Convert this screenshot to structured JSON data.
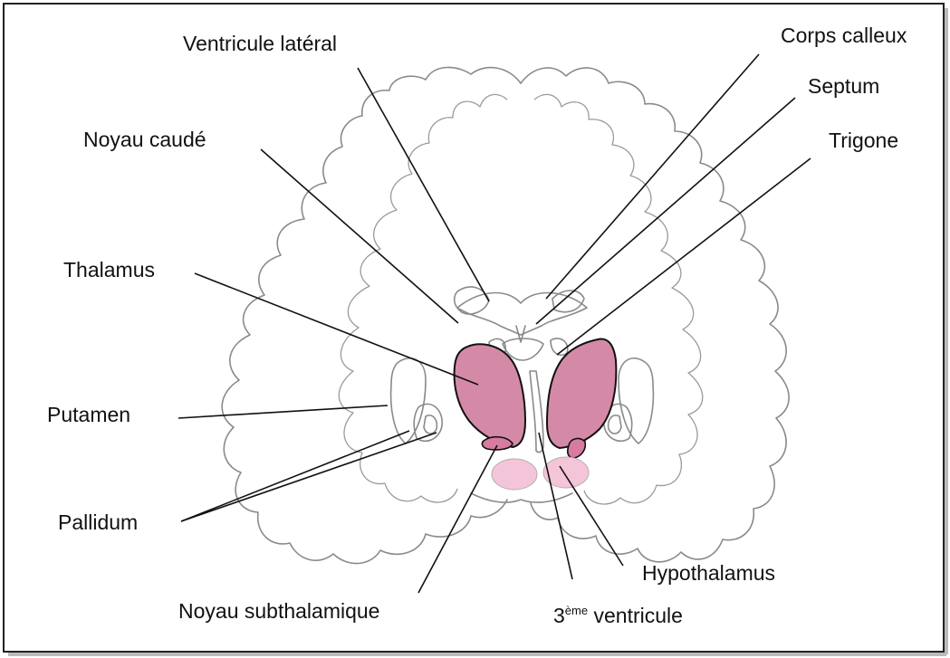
{
  "labels": {
    "ventricule_lateral": "Ventricule latéral",
    "corps_calleux": "Corps calleux",
    "septum": "Septum",
    "trigone": "Trigone",
    "noyau_caude": "Noyau caudé",
    "thalamus": "Thalamus",
    "putamen": "Putamen",
    "pallidum": "Pallidum",
    "hypothalamus": "Hypothalamus",
    "noyau_subthalamique": "Noyau subthalamique",
    "troisieme_ventricule_prefix": "3",
    "troisieme_ventricule_sup": "ème",
    "troisieme_ventricule_suffix": " ventricule"
  },
  "colors": {
    "thalamus": "#d48aa6",
    "subthalamic": "#d77ba0",
    "hypothalamus": "#f4c5d8",
    "outline": "#8a8a8a",
    "leader": "#111111"
  }
}
